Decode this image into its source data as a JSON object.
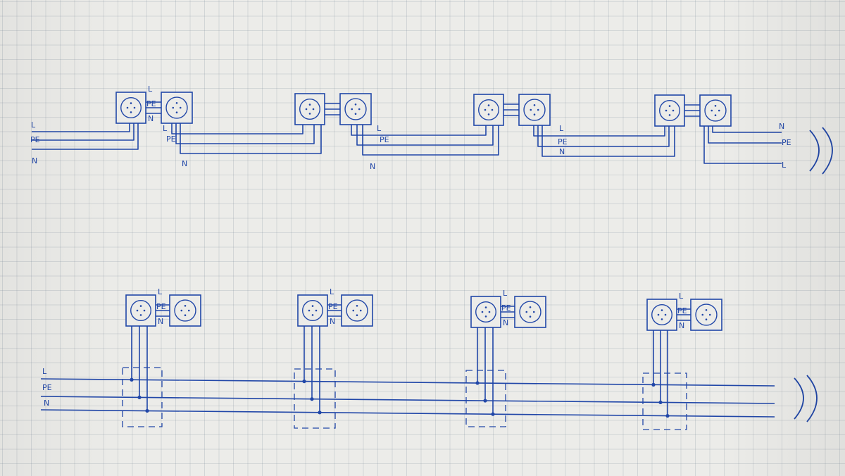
{
  "colors": {
    "ink": "#2147a8",
    "paper": "#ecece9",
    "grid": "#b8c0c8"
  },
  "labels": {
    "L": "L",
    "PE": "PE",
    "N": "N"
  },
  "icons": {
    "socket": "socket-icon",
    "arrow": "continuation-arrow-icon",
    "junction_box": "junction-box-icon"
  }
}
